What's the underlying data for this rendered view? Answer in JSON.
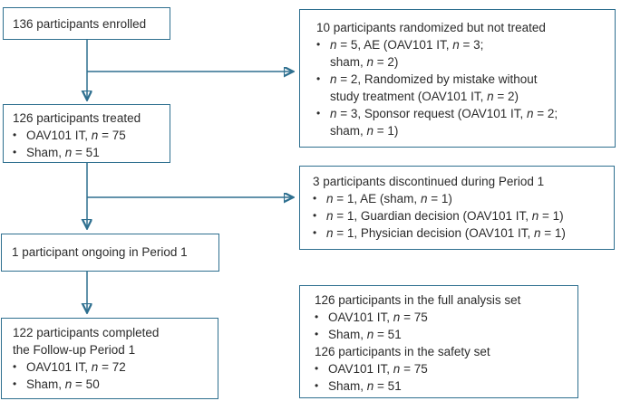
{
  "diagram": {
    "colors": {
      "accent": "#2e6f8f",
      "text": "#2b2b2b",
      "background": "#ffffff"
    },
    "bullet_glyph": "•",
    "boxes": {
      "enrolled": {
        "title": "136 participants enrolled"
      },
      "not_treated": {
        "title": "10 participants randomized but not treated",
        "bullets": [
          "n = 5, AE (OAV101 IT, n = 3;\nsham, n = 2)",
          "n = 2, Randomized by mistake without\nstudy treatment (OAV101 IT, n = 2)",
          "n = 3, Sponsor request (OAV101 IT, n = 2;\nsham, n = 1)"
        ]
      },
      "treated": {
        "title": "126 participants treated",
        "bullets": [
          "OAV101 IT, n = 75",
          "Sham, n = 51"
        ]
      },
      "discontinued": {
        "title": "3 participants discontinued during Period 1",
        "bullets": [
          "n = 1, AE (sham, n = 1)",
          "n = 1, Guardian decision (OAV101 IT, n = 1)",
          "n = 1, Physician decision (OAV101 IT, n = 1)"
        ]
      },
      "ongoing": {
        "title": "1 participant ongoing in Period 1"
      },
      "completed": {
        "title": "122 participants completed\nthe Follow-up Period 1",
        "bullets": [
          "OAV101 IT, n = 72",
          "Sham, n = 50"
        ]
      },
      "analysis_sets": {
        "sections": [
          {
            "title": "126 participants in the full analysis set",
            "bullets": [
              "OAV101 IT, n = 75",
              "Sham, n = 51"
            ]
          },
          {
            "title": "126 participants in the safety set",
            "bullets": [
              "OAV101 IT, n = 75",
              "Sham, n = 51"
            ]
          }
        ]
      }
    }
  }
}
